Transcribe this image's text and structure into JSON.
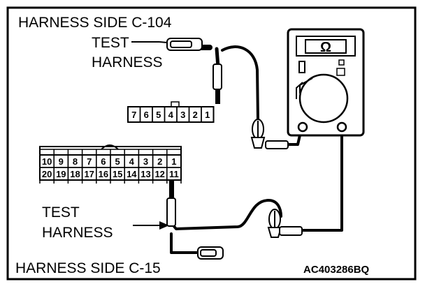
{
  "labels": {
    "top_title": "HARNESS SIDE C-104",
    "top_test_line1": "TEST",
    "top_test_line2": "HARNESS",
    "bottom_test_line1": "TEST",
    "bottom_test_line2": "HARNESS",
    "bottom_title": "HARNESS SIDE C-15",
    "figure_code": "AC403286BQ"
  },
  "meter": {
    "mode_symbol": "Ω"
  },
  "connector_c104": {
    "pins": [
      "7",
      "6",
      "5",
      "4",
      "3",
      "2",
      "1"
    ]
  },
  "connector_c15": {
    "row_top": [
      "10",
      "9",
      "8",
      "7",
      "6",
      "5",
      "4",
      "3",
      "2",
      "1"
    ],
    "row_bottom": [
      "20",
      "19",
      "18",
      "17",
      "16",
      "15",
      "14",
      "13",
      "12",
      "11"
    ]
  }
}
